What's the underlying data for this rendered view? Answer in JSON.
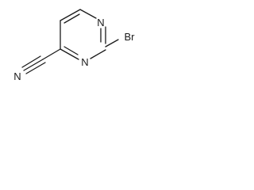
{
  "molecule": {
    "atoms": {
      "n_top": "N",
      "n_bottom": "N",
      "br": "Br",
      "nitrile_n": "N"
    }
  }
}
